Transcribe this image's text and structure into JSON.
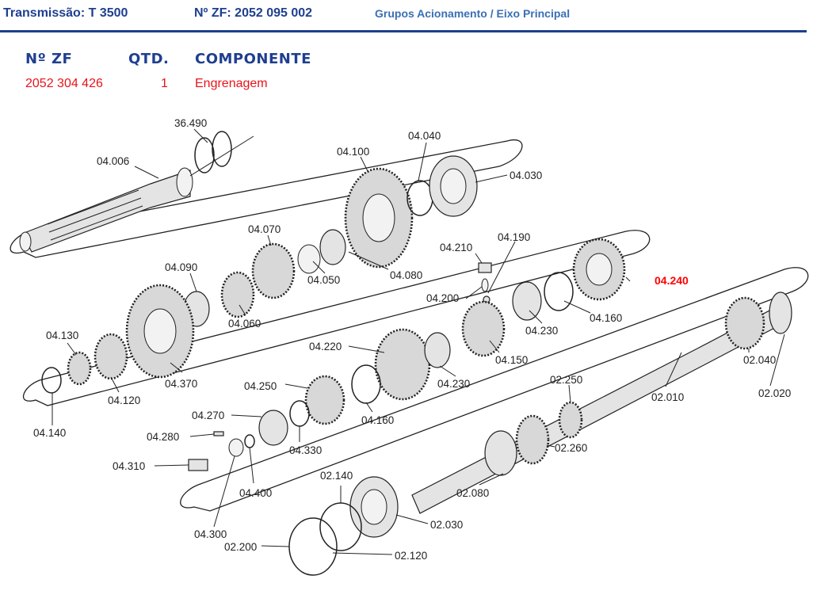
{
  "header": {
    "transmission": "Transmissão: T 3500",
    "zf_number": "Nº ZF: 2052 095 002",
    "group": "Grupos Acionamento / Eixo Principal"
  },
  "table": {
    "headers": {
      "zf": "Nº ZF",
      "qty": "QTD.",
      "component": "COMPONENTE"
    },
    "row": {
      "zf": "2052 304 426",
      "qty": "1",
      "component": "Engrenagem"
    }
  },
  "colors": {
    "header_blue": "#1f3f8f",
    "accent_red": "#ff0000",
    "rule": "#1d3f8c"
  },
  "diagram": {
    "highlighted_part": "04.240",
    "labels": {
      "p36490": "36.490",
      "p04006": "04.006",
      "p04100": "04.100",
      "p04040": "04.040",
      "p04030": "04.030",
      "p04070": "04.070",
      "p04050": "04.050",
      "p04080": "04.080",
      "p04210": "04.210",
      "p04190": "04.190",
      "p04240": "04.240",
      "p04090": "04.090",
      "p04200": "04.200",
      "p04060": "04.060",
      "p04230a": "04.230",
      "p04160a": "04.160",
      "p04130": "04.130",
      "p04220": "04.220",
      "p04150": "04.150",
      "p04370": "04.370",
      "p04120": "04.120",
      "p04250": "04.250",
      "p04230b": "04.230",
      "p02040": "02.040",
      "p02010": "02.010",
      "p02020": "02.020",
      "p04270": "04.270",
      "p04160b": "04.160",
      "p02250": "02.250",
      "p04140": "04.140",
      "p04280": "04.280",
      "p04330": "04.330",
      "p02260": "02.260",
      "p04310": "04.310",
      "p02140": "02.140",
      "p04400": "04.400",
      "p02080": "02.080",
      "p02030": "02.030",
      "p04300": "04.300",
      "p02200": "02.200",
      "p02120": "02.120"
    }
  }
}
